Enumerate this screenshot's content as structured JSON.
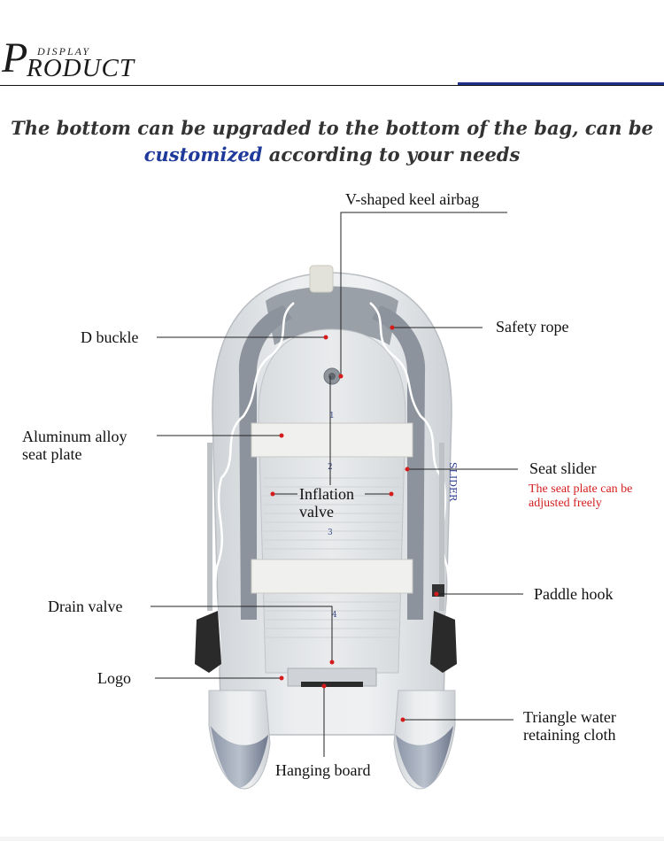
{
  "header": {
    "logo_initial": "P",
    "logo_small": "DISPLAY",
    "logo_rest": "RODUCT",
    "accent_color": "#1f2f8c"
  },
  "headline": {
    "line1": "The bottom can be upgraded to the bottom of the bag, can be",
    "highlight": "customized",
    "line2_rest": " according to your needs",
    "highlight_color": "#1f3a9a"
  },
  "boat": {
    "hull_color": "#e6e8ea",
    "tube_accent_color": "#8d939c",
    "floor_markers": [
      "1",
      "2",
      "3",
      "4"
    ],
    "brand_text": "SLIDER"
  },
  "callouts": {
    "keel": "V-shaped keel airbag",
    "safety_rope": "Safety rope",
    "d_buckle": "D buckle",
    "seat_plate_line1": "Aluminum alloy",
    "seat_plate_line2": "seat plate",
    "seat_slider": "Seat slider",
    "seat_slider_note_line1": "The seat plate can be",
    "seat_slider_note_line2": "adjusted freely",
    "inflation_line1": "Inflation",
    "inflation_line2": "valve",
    "paddle_hook": "Paddle hook",
    "drain_valve": "Drain valve",
    "logo": "Logo",
    "triangle_line1": "Triangle water",
    "triangle_line2": "retaining cloth",
    "hanging_board": "Hanging board",
    "dot_color": "#d41c1c"
  }
}
